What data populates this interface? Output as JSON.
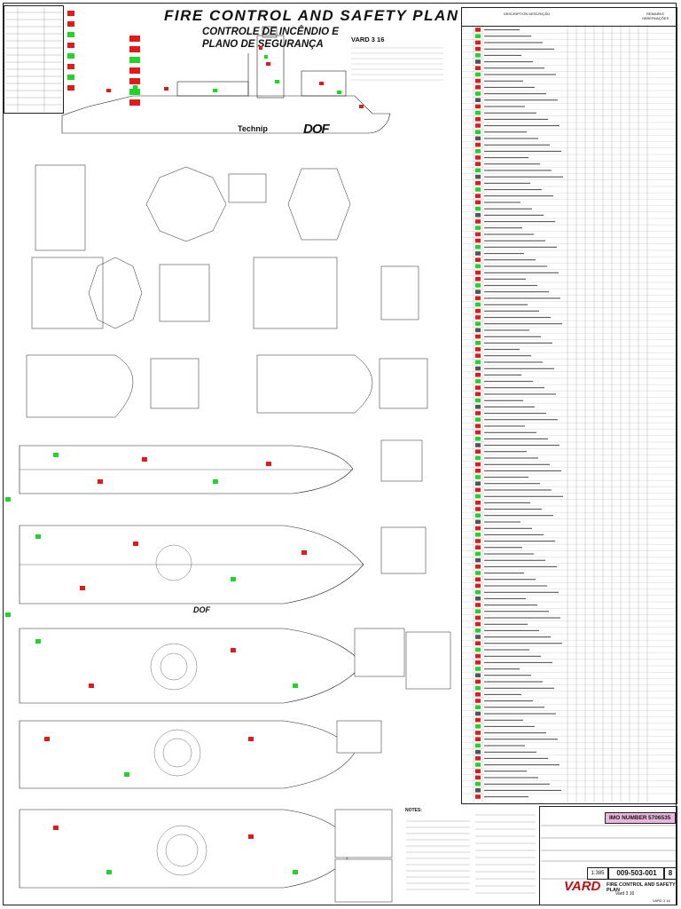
{
  "title": "FIRE CONTROL AND SAFETY PLAN",
  "subtitle_1": "CONTROLE DE INCÊNDIO E",
  "subtitle_2": "PLANO DE SEGURANÇA",
  "vessel": "VARD 3 16",
  "logos": {
    "technip": "Technip",
    "dof": "DOF"
  },
  "table_headers": {
    "description": "DESCRIPTION\nDESCRIÇÃO",
    "remarks": "REMARKS\nOBSERVAÇÕES"
  },
  "notes_title": "NOTES:",
  "title_block": {
    "imo_label": "IMO NUMBER",
    "imo_value": "5706535",
    "scale": "1:385",
    "drawing_number": "009-503-001",
    "revision": "8",
    "company": "VARD",
    "drawing_title": "FIRE CONTROL AND SAFETY PLAN",
    "vessel": "Vard 3 16",
    "vessel_small": "VARD 3 16"
  },
  "colors": {
    "green_symbol": "#21d32b",
    "red_symbol": "#e01b1b",
    "magenta": "#c44bc4",
    "pink_box": "#e9b7dc",
    "line": "#222222"
  }
}
